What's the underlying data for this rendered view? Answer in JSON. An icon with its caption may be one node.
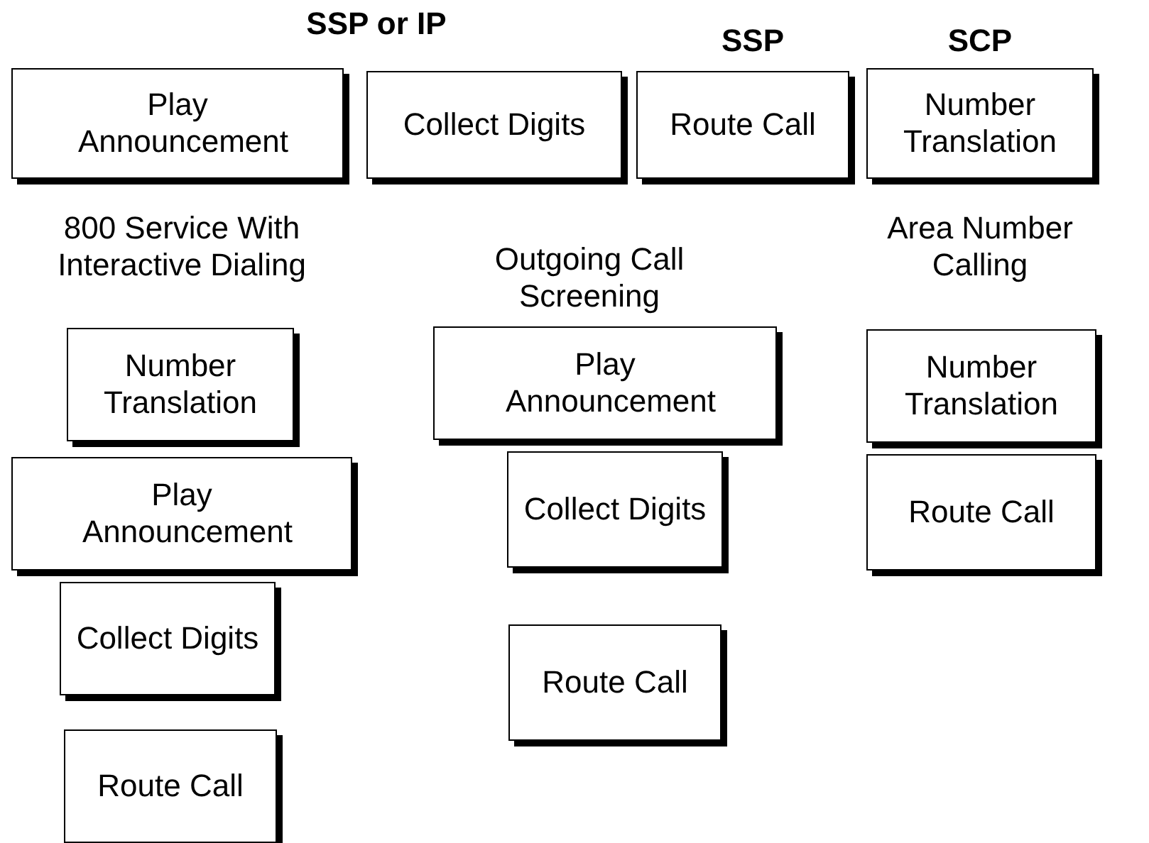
{
  "diagram": {
    "nodes": [
      {
        "text": [
          "Play Announcement"
        ]
      },
      {
        "text": [
          "Collect Digits"
        ]
      },
      {
        "text": [
          "Route Call"
        ]
      },
      {
        "text": [
          "Number Translation"
        ]
      },
      {
        "text": [
          "Number Translation"
        ]
      },
      {
        "text": [
          "Play Announcement"
        ]
      },
      {
        "text": [
          "Collect Digits"
        ]
      },
      {
        "text": [
          "Route Call"
        ]
      },
      {
        "text": [
          "Play Announcement"
        ]
      },
      {
        "text": [
          "Collect Digits"
        ]
      },
      {
        "text": [
          "Route Call"
        ]
      },
      {
        "text": [
          "Number Translation"
        ]
      },
      {
        "text": [
          "Route Call"
        ]
      }
    ],
    "edges": [],
    "labels": [
      "SSP or IP",
      "SSP",
      "SCP",
      "800 Service With Interactive Dialing",
      "Outgoing Call Screening",
      "Area Number Calling"
    ]
  }
}
